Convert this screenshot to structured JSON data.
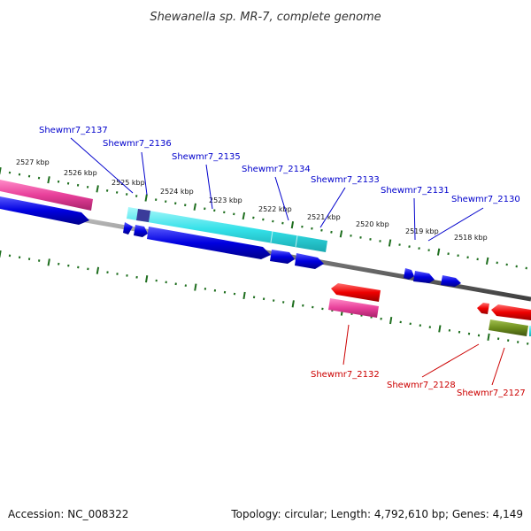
{
  "header": {
    "title": "Shewanella sp. MR-7, complete genome"
  },
  "footer": {
    "accession": "Accession: NC_008322",
    "topology": "Topology: circular; Length: 4,792,610 bp; Genes: 4,149"
  },
  "ticks": {
    "labels": [
      "2527 kbp",
      "2526 kbp",
      "2525 kbp",
      "2524 kbp",
      "2523 kbp",
      "2522 kbp",
      "2521 kbp",
      "2520 kbp",
      "2519 kbp",
      "2518 kbp"
    ]
  },
  "genes": {
    "forward": [
      "Shewmr7_2137",
      "Shewmr7_2136",
      "Shewmr7_2135",
      "Shewmr7_2134",
      "Shewmr7_2133",
      "Shewmr7_2131",
      "Shewmr7_2130"
    ],
    "reverse": [
      "Shewmr7_2132",
      "Shewmr7_2128",
      "Shewmr7_2127"
    ]
  },
  "colors": {
    "forward_label": "#0000cc",
    "reverse_label": "#cc0000",
    "cds_forward": "#0000dd",
    "cds_reverse": "#ee0000",
    "rna_cyan": "#33e0e8",
    "pink": "#e8409a",
    "olive": "#6e8f1e",
    "backbone": "#808080",
    "tick": "#1e6e1e"
  }
}
